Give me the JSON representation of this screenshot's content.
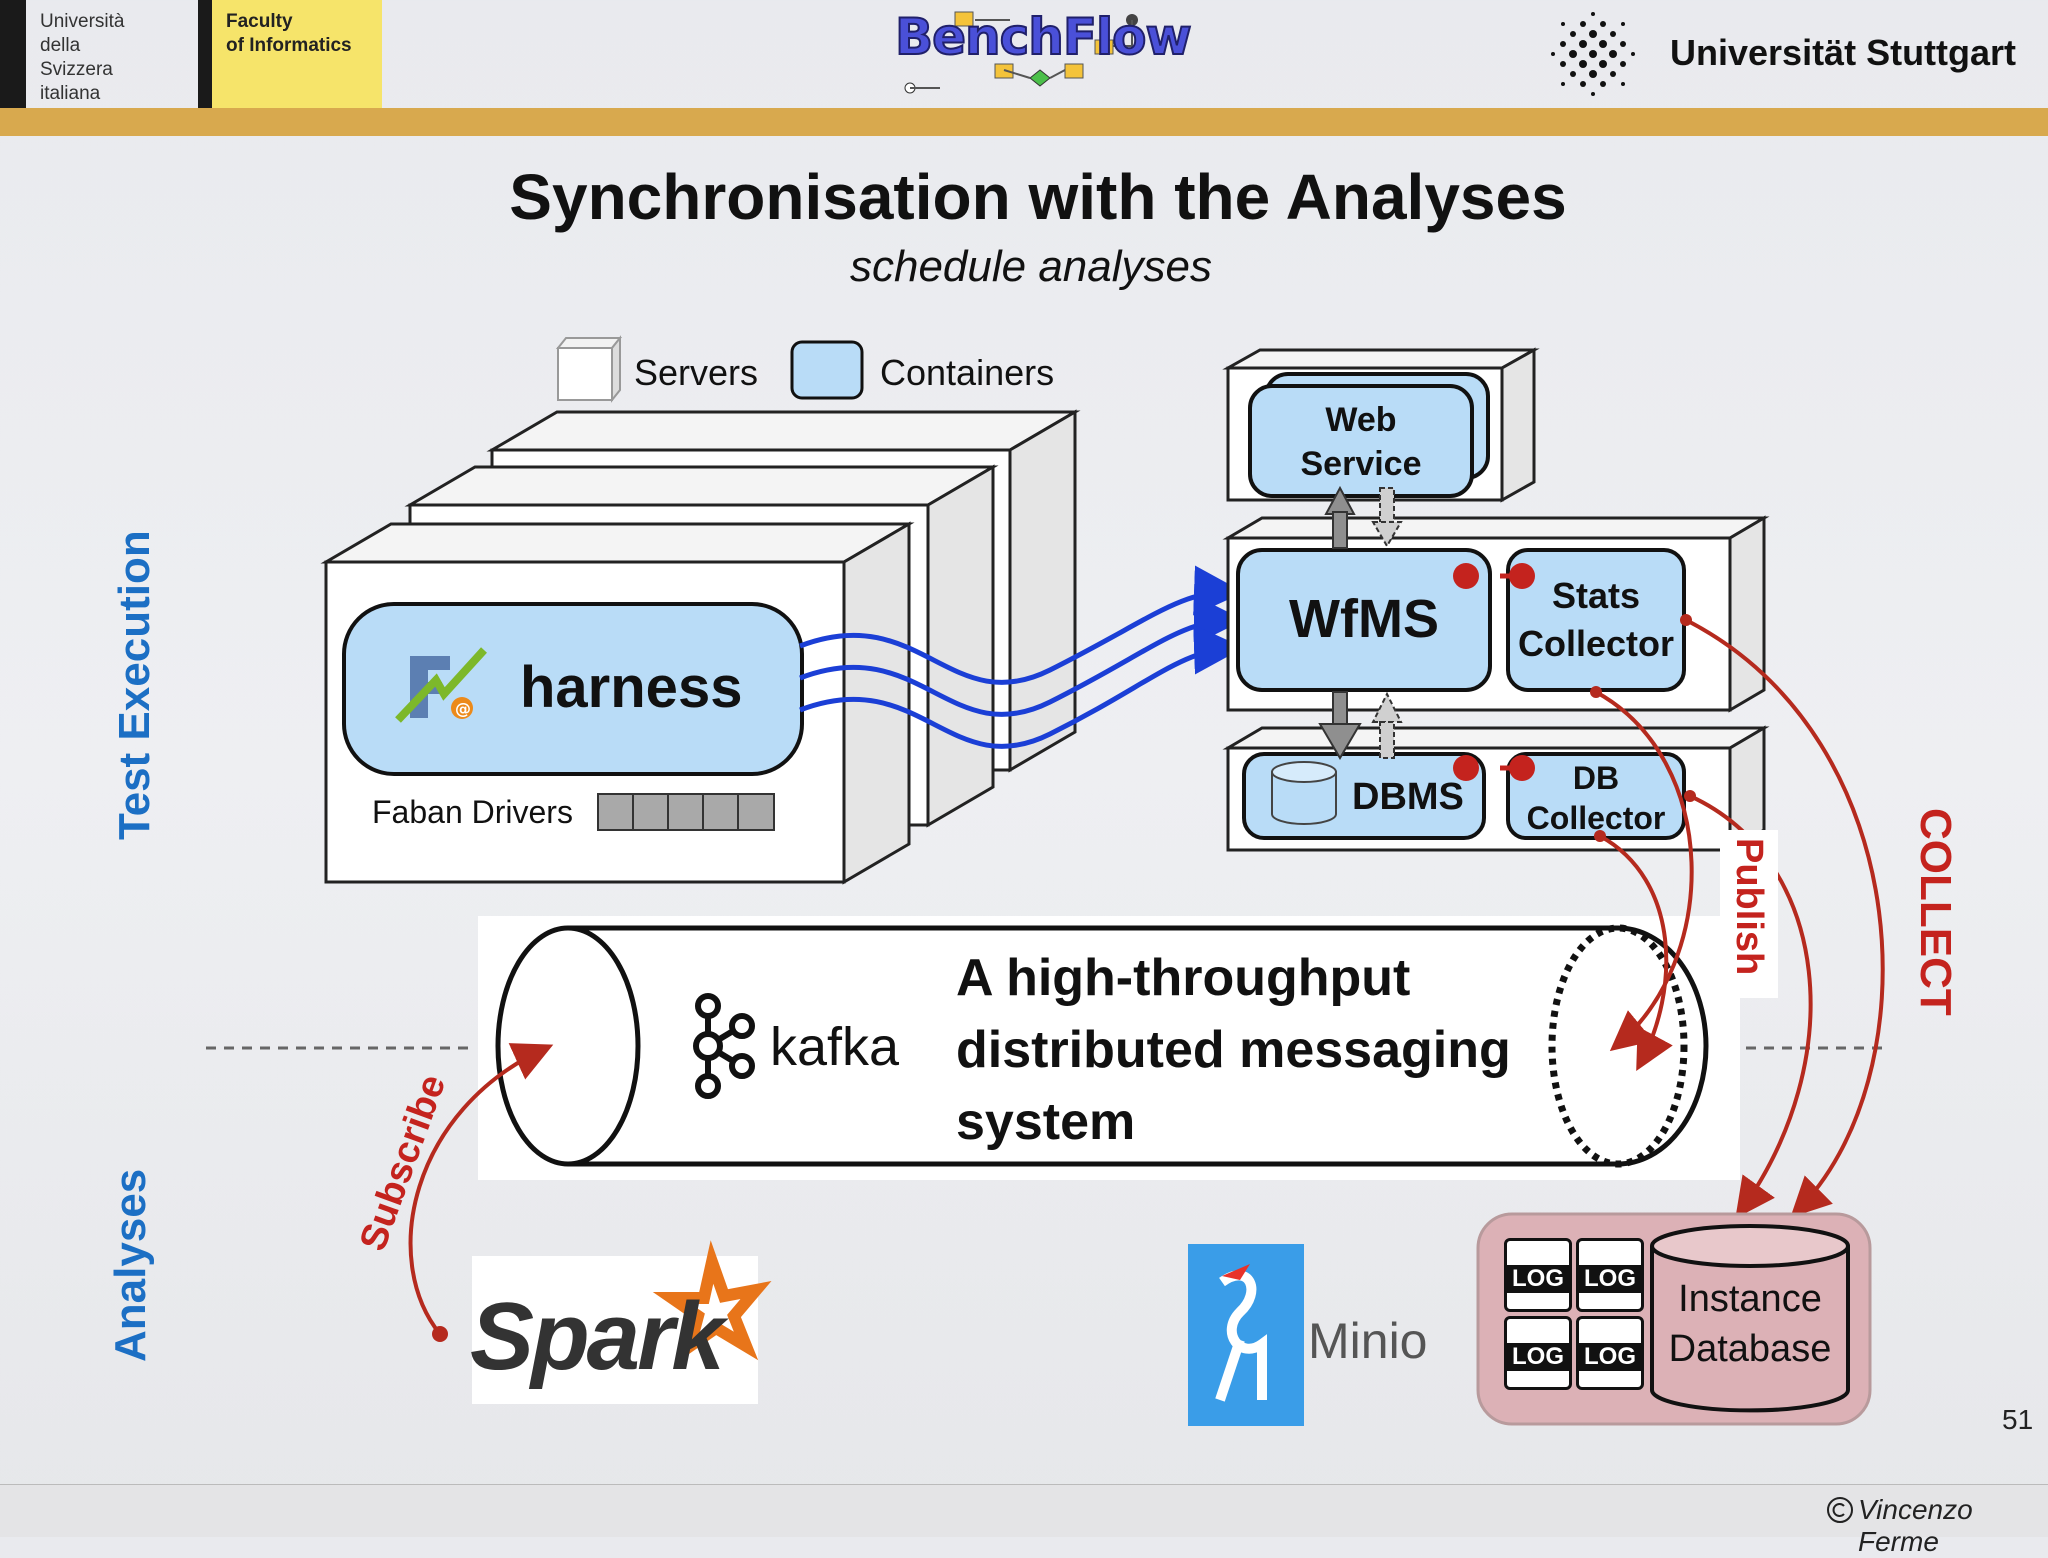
{
  "header": {
    "usi_lines": [
      "Università",
      "della",
      "Svizzera",
      "italiana"
    ],
    "faculty_lines": [
      "Faculty",
      "of Informatics"
    ],
    "benchflow_logo": "BenchFlow",
    "stuttgart_name": "Universität Stuttgart"
  },
  "slide": {
    "title": "Synchronisation with the Analyses",
    "subtitle": "schedule analyses"
  },
  "legend": {
    "servers": "Servers",
    "containers": "Containers"
  },
  "harness": {
    "label": "harness",
    "drivers_label": "Faban Drivers"
  },
  "nodes": {
    "web_service": [
      "Web",
      "Service"
    ],
    "wfms": "WfMS",
    "stats_collector": [
      "Stats",
      "Collector"
    ],
    "dbms": "DBMS",
    "db_collector": [
      "DB",
      "Collector"
    ]
  },
  "kafka": {
    "name": "kafka",
    "desc_lines": [
      "A high-throughput",
      "distributed messaging",
      "system"
    ]
  },
  "side_labels": {
    "test_execution": "Test Execution",
    "analyses": "Analyses",
    "collect": "COLLECT",
    "publish": "Publish",
    "subscribe": "Subscribe"
  },
  "analyses_tools": {
    "spark": "Spark",
    "minio": "Minio",
    "instance_db": [
      "Instance",
      "Database"
    ],
    "log_label": "LOG"
  },
  "footer": {
    "page_number": "51",
    "author": "Vincenzo Ferme"
  },
  "colors": {
    "accent_blue": "#1c6fc4",
    "accent_red": "#c4231e",
    "container_fill": "#b9dcf7",
    "gold_bar": "#d8a94e"
  }
}
